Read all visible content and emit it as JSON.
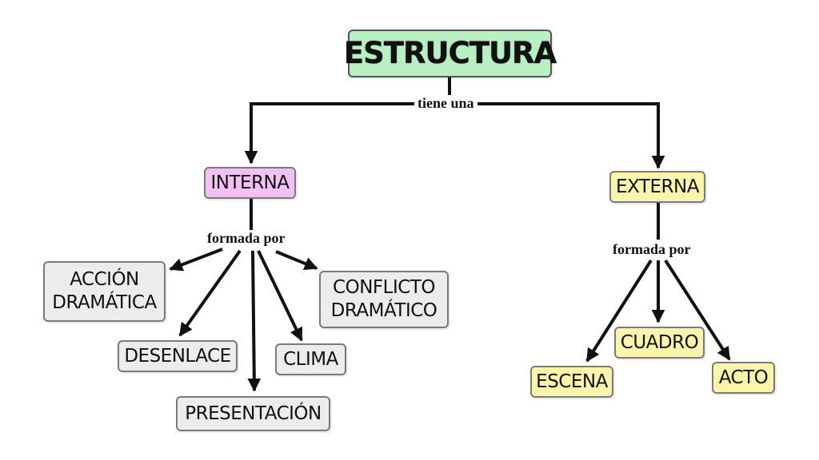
{
  "colors": {
    "root": "#b8f0c2",
    "interna": "#f2c0f2",
    "externa": "#faf5a8",
    "grey_leaf": "#ececec",
    "yellow_leaf": "#faf5a8",
    "arrow": "#111111"
  },
  "nodes": {
    "estructura": "ESTRUCTURA",
    "interna": "INTERNA",
    "externa": "EXTERNA",
    "accion_dramatica": "ACCIÓN\nDRAMÁTICA",
    "desenlace": "DESENLACE",
    "presentacion": "PRESENTACIÓN",
    "clima": "CLIMA",
    "conflicto_dramatico": "CONFLICTO\nDRAMÁTICO",
    "escena": "ESCENA",
    "cuadro": "CUADRO",
    "acto": "ACTO"
  },
  "links": {
    "tiene_una": "tiene una",
    "formada_por_interna": "formada por",
    "formada_por_externa": "formada por"
  }
}
